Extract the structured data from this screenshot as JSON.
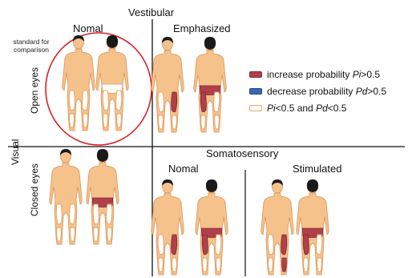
{
  "labels": {
    "vestibular": "Vestibular",
    "nomal_top": "Nomal",
    "emphasized": "Emphasized",
    "standard_line1": "standard for",
    "standard_line2": "comparison",
    "open_eyes": "Open eyes",
    "visual": "Visual",
    "closed_eyes": "Closed eyes",
    "somatosensory": "Somatosensory",
    "nomal_bottom": "Nomal",
    "stimulated": "Stimulated"
  },
  "legend": {
    "increase_text": "increase probability ",
    "increase_var": "Pi",
    "increase_tail": ">0.5",
    "decrease_text": "decrease probability ",
    "decrease_var": "Pd",
    "decrease_tail": ">0.5",
    "neutral_var1": "Pi",
    "neutral_mid": "<0.5 and ",
    "neutral_var2": "Pd",
    "neutral_tail": "<0.5"
  },
  "colors": {
    "skin": "#f4c28a",
    "skin_outline": "#d9945a",
    "hair": "#1a1a1a",
    "increase": "#b0404a",
    "decrease": "#3c66b5",
    "neutral_fill": "#ffffff",
    "neutral_border": "#e8a66a",
    "circle": "#d81f26",
    "axis": "#111111"
  },
  "figures": [
    {
      "name": "figure-nomal-open-front",
      "view": "front",
      "muscles": []
    },
    {
      "name": "figure-nomal-open-back",
      "view": "back",
      "muscles": []
    },
    {
      "name": "figure-emphasized-front",
      "view": "front",
      "muscles": [
        "right-thigh"
      ]
    },
    {
      "name": "figure-emphasized-back",
      "view": "back",
      "muscles": [
        "buttock",
        "left-thigh"
      ]
    },
    {
      "name": "figure-closed-front",
      "view": "front",
      "muscles": []
    },
    {
      "name": "figure-closed-back",
      "view": "back",
      "muscles": [
        "buttock"
      ]
    },
    {
      "name": "figure-soma-nomal-front",
      "view": "front",
      "muscles": [
        "right-thigh"
      ]
    },
    {
      "name": "figure-soma-nomal-back",
      "view": "back",
      "muscles": [
        "buttock",
        "left-thigh"
      ]
    },
    {
      "name": "figure-stimulated-front",
      "view": "front",
      "muscles": [
        "right-thigh",
        "right-calf"
      ]
    },
    {
      "name": "figure-stimulated-back",
      "view": "back",
      "muscles": [
        "buttock",
        "left-thigh"
      ]
    }
  ]
}
